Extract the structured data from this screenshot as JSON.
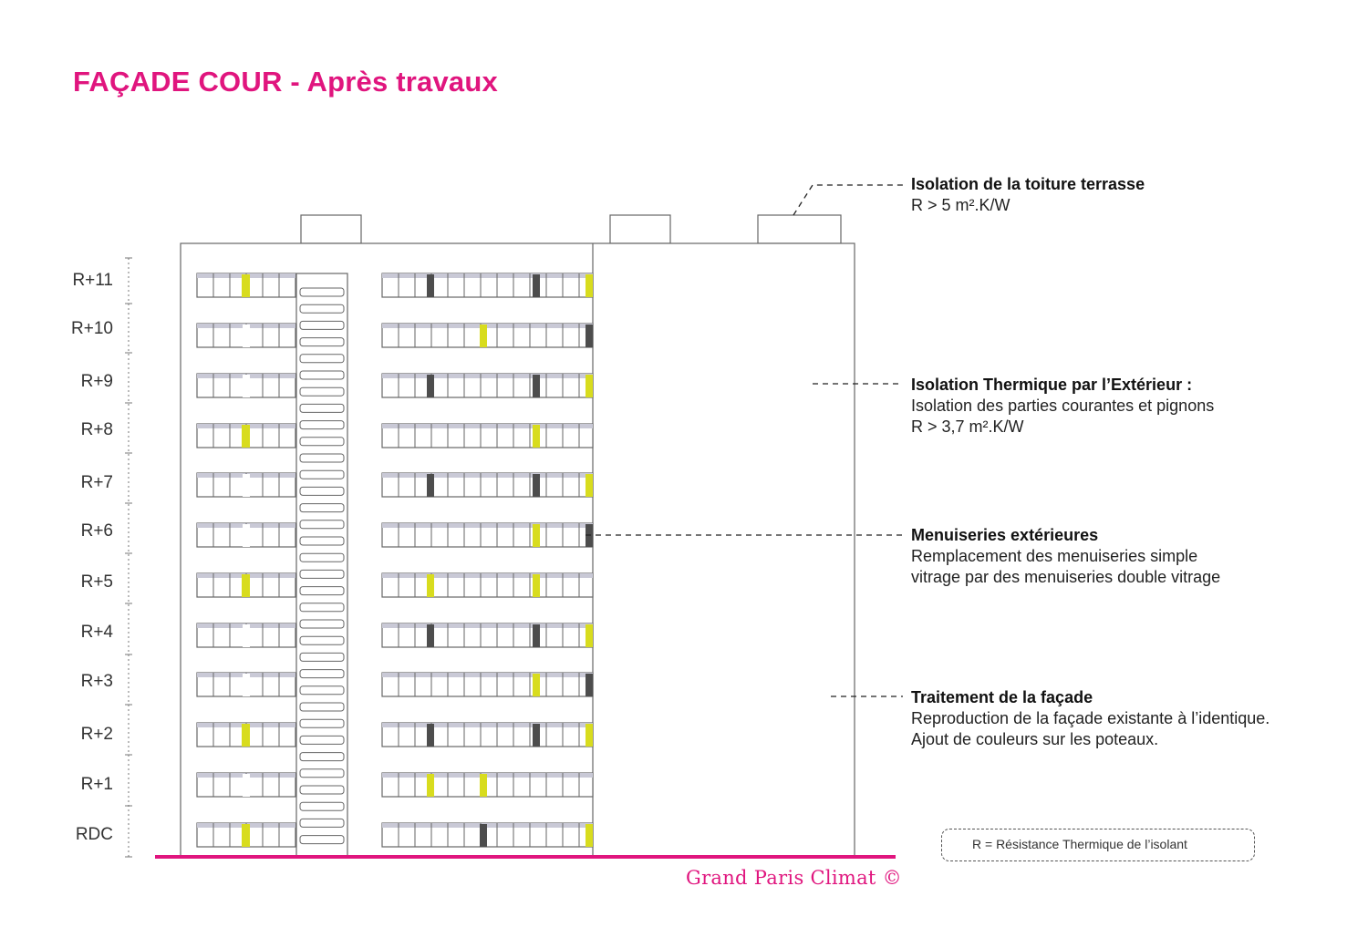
{
  "title": "FAÇADE COUR - Après travaux",
  "floors": [
    "R+11",
    "R+10",
    "R+9",
    "R+8",
    "R+7",
    "R+6",
    "R+5",
    "R+4",
    "R+3",
    "R+2",
    "R+1",
    "RDC"
  ],
  "annotations": {
    "roof": {
      "heading": "Isolation de la toiture terrasse",
      "lines": [
        "R > 5 m².K/W"
      ]
    },
    "ite": {
      "heading": "Isolation Thermique par l’Extérieur :",
      "lines": [
        "Isolation des parties courantes et pignons",
        "R > 3,7 m².K/W"
      ]
    },
    "windows": {
      "heading": "Menuiseries extérieures",
      "lines": [
        "Remplacement des menuiseries simple",
        "vitrage par des menuiseries double vitrage"
      ]
    },
    "facade": {
      "heading": "Traitement de la façade",
      "lines": [
        "Reproduction de la façade existante à l’identique.",
        "Ajout de couleurs sur les poteaux."
      ]
    }
  },
  "legend": "R  = Résistance Thermique de l’isolant",
  "credit": "Grand Paris Climat ©",
  "colors": {
    "brand": "#e0157e",
    "accent_yellow": "#d8dc1e",
    "accent_dark": "#4d4d4d",
    "line": "#555555"
  }
}
